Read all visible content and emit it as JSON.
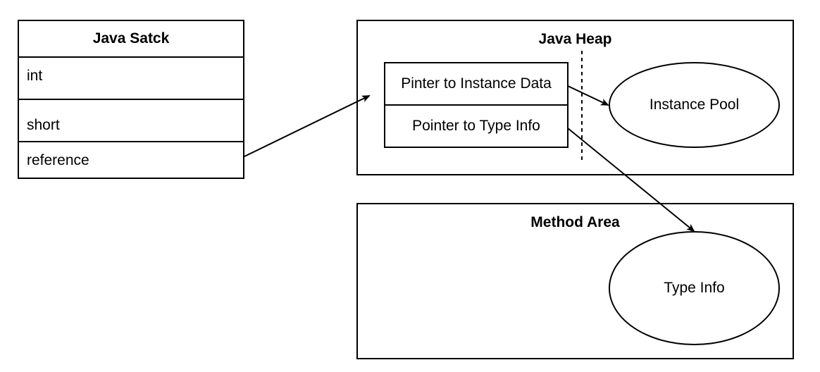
{
  "java_stack": {
    "title": "Java Satck",
    "rows": [
      "int",
      "short",
      "reference"
    ]
  },
  "java_heap": {
    "title": "Java Heap",
    "handle": {
      "instance_data": "Pinter to Instance Data",
      "type_info": "Pointer to Type Info"
    },
    "instance_pool": "Instance Pool"
  },
  "method_area": {
    "title": "Method Area",
    "type_info": "Type Info"
  }
}
